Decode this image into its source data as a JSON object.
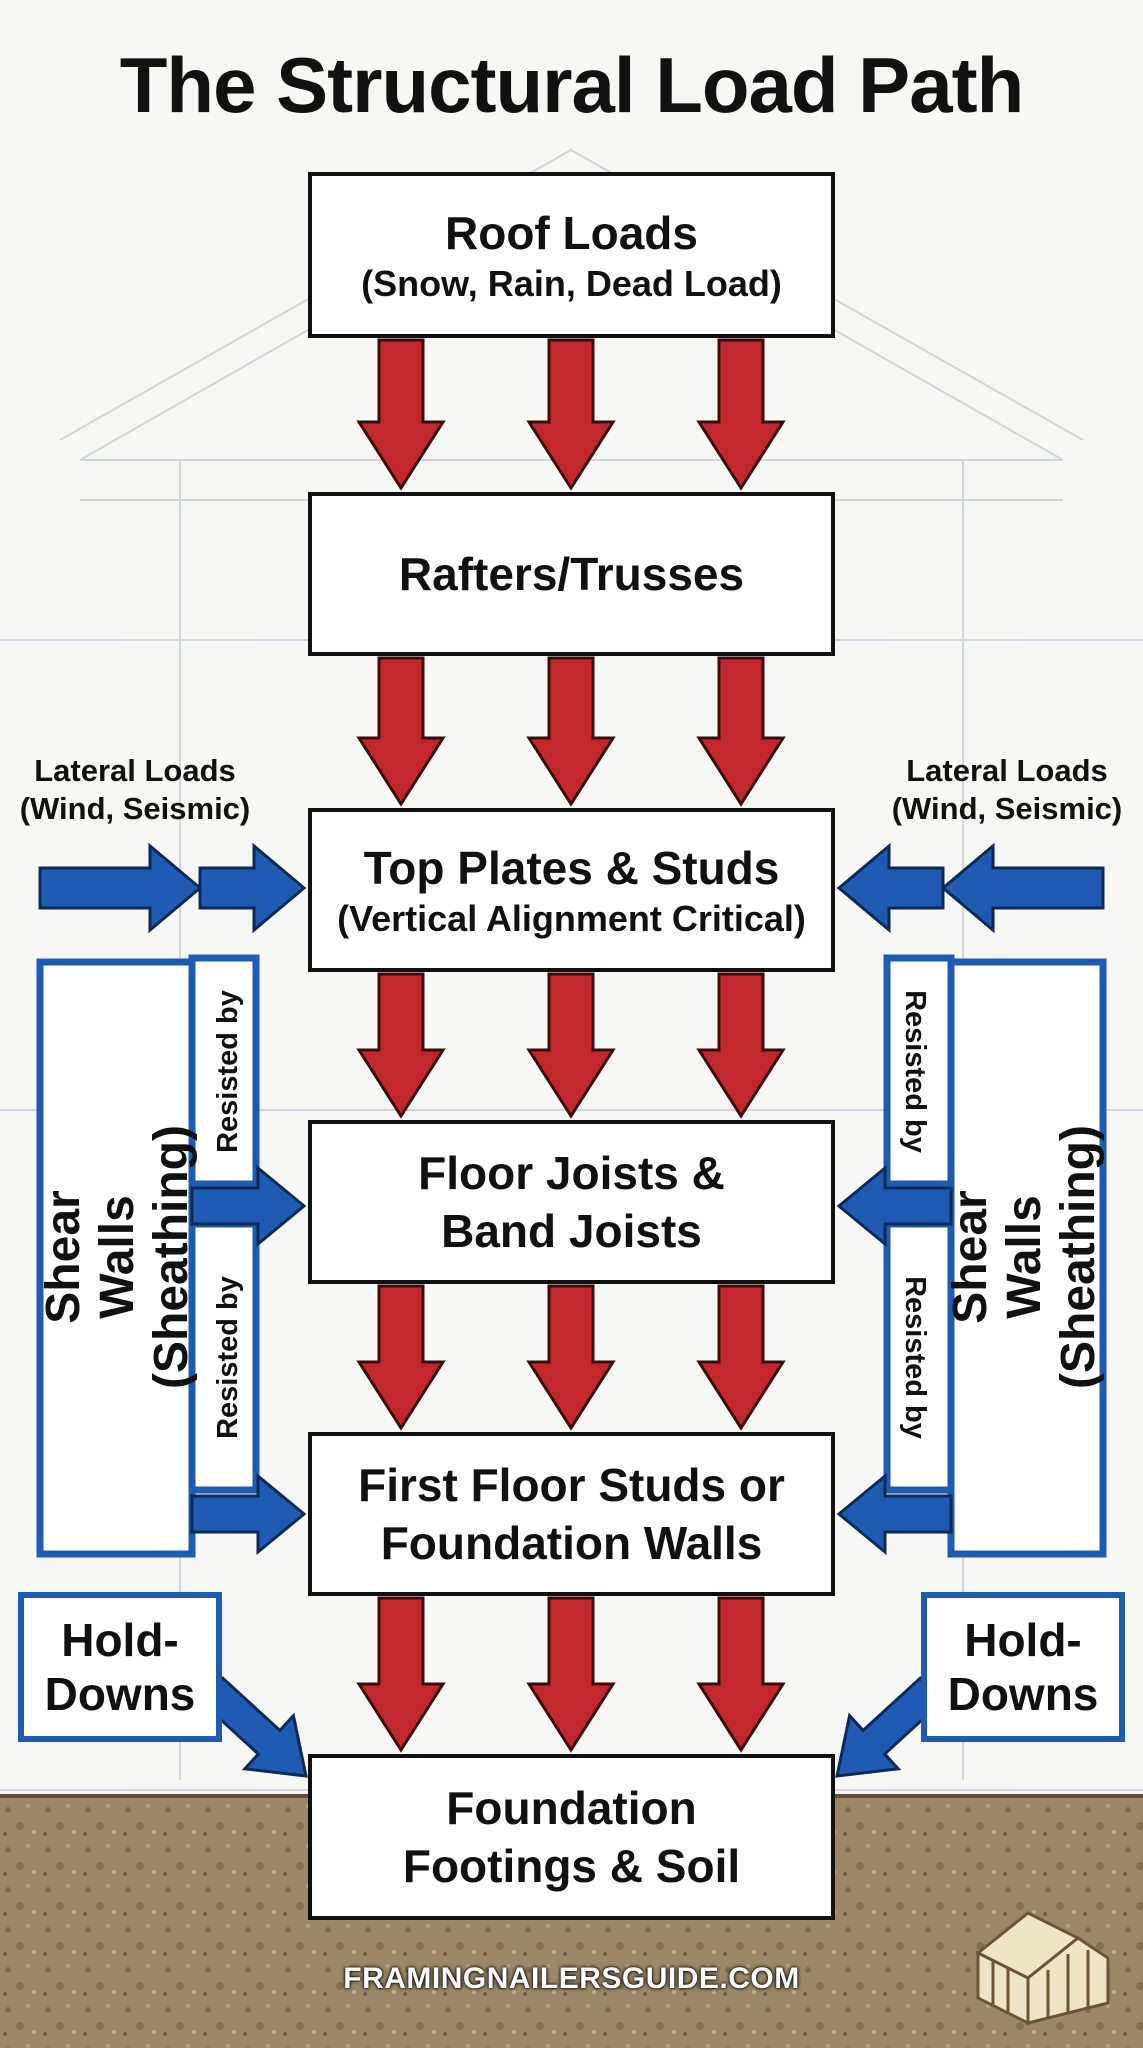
{
  "title": "The Structural Load Path",
  "boxes": [
    {
      "main": "Roof Loads",
      "sub": "(Snow, Rain, Dead Load)"
    },
    {
      "main": "Rafters/Trusses",
      "sub": ""
    },
    {
      "main": "Top Plates & Studs",
      "sub": "(Vertical Alignment Critical)"
    },
    {
      "main": "Floor Joists &\nBand Joists",
      "sub": ""
    },
    {
      "main": "First Floor Studs or\nFoundation Walls",
      "sub": ""
    },
    {
      "main": "Foundation\nFootings & Soil",
      "sub": ""
    }
  ],
  "lateral_left": "Lateral Loads\n(Wind, Seismic)",
  "lateral_right": "Lateral Loads\n(Wind, Seismic)",
  "shear_left": "Shear Walls\n(Sheathing)",
  "shear_right": "Shear Walls\n(Sheathing)",
  "resisted_by": "Resisted by",
  "hold_downs": "Hold-\nDowns",
  "footer": "FRAMINGNAILERSGUIDE.COM",
  "colors": {
    "gravity_arrow": "#c1272d",
    "lateral_arrow": "#1f5bb3",
    "box_border": "#111111",
    "soil": "#9a8466"
  },
  "icons": [
    "shed-icon"
  ]
}
